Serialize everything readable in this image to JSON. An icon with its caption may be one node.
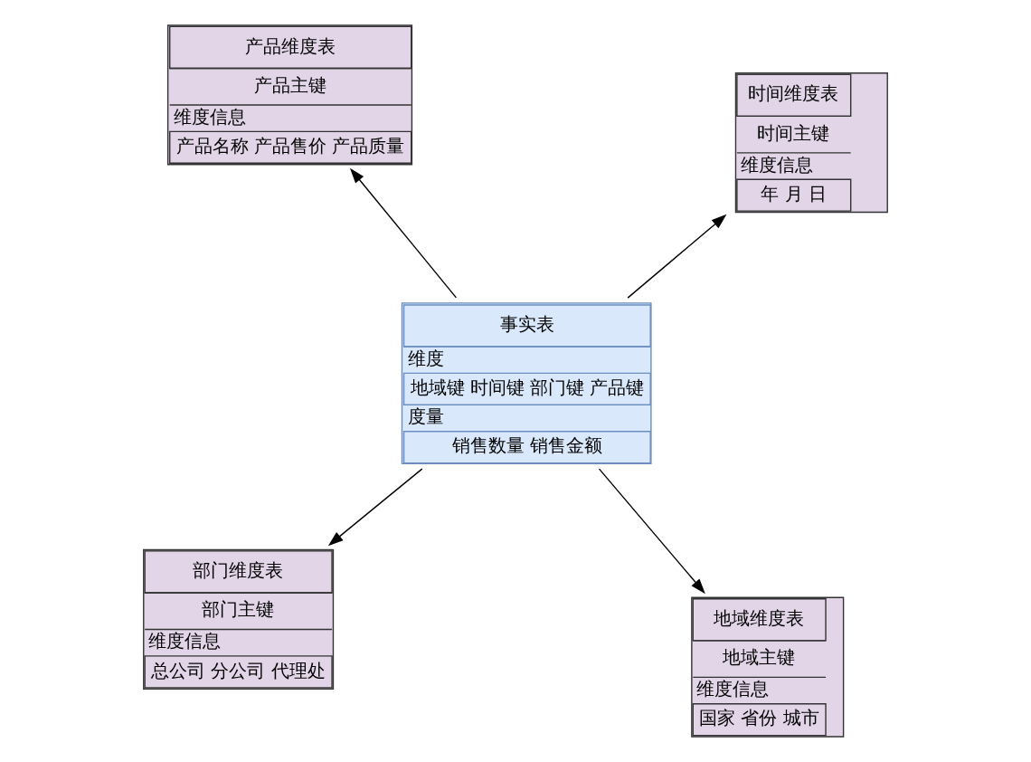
{
  "diagram": {
    "nodes": [
      {
        "text": [
          "部门维度表",
          "部门主键",
          "维度信息",
          "总公司 分公司 代理处"
        ]
      },
      {
        "text": [
          "地域维度表",
          "地域主键",
          "维度信息",
          "国家 省份 城市"
        ]
      },
      {
        "text": [
          "事实表",
          "维度",
          "地域键 时间键 部门键 产品键",
          "度量",
          "销售数量 销售金额"
        ]
      },
      {
        "text": [
          "产品维度表",
          "产品主键",
          "维度信息",
          "产品名称 产品售价 产品质量"
        ]
      },
      {
        "text": [
          "时间维度表",
          "时间主键",
          "维度信息",
          "年 月 日"
        ]
      }
    ],
    "edges": [
      {
        "from": 2,
        "to": 0,
        "arrow": "to"
      },
      {
        "from": 2,
        "to": 1,
        "arrow": "to"
      },
      {
        "from": 2,
        "to": 3,
        "arrow": "to"
      },
      {
        "from": 2,
        "to": 4,
        "arrow": "to"
      }
    ]
  }
}
